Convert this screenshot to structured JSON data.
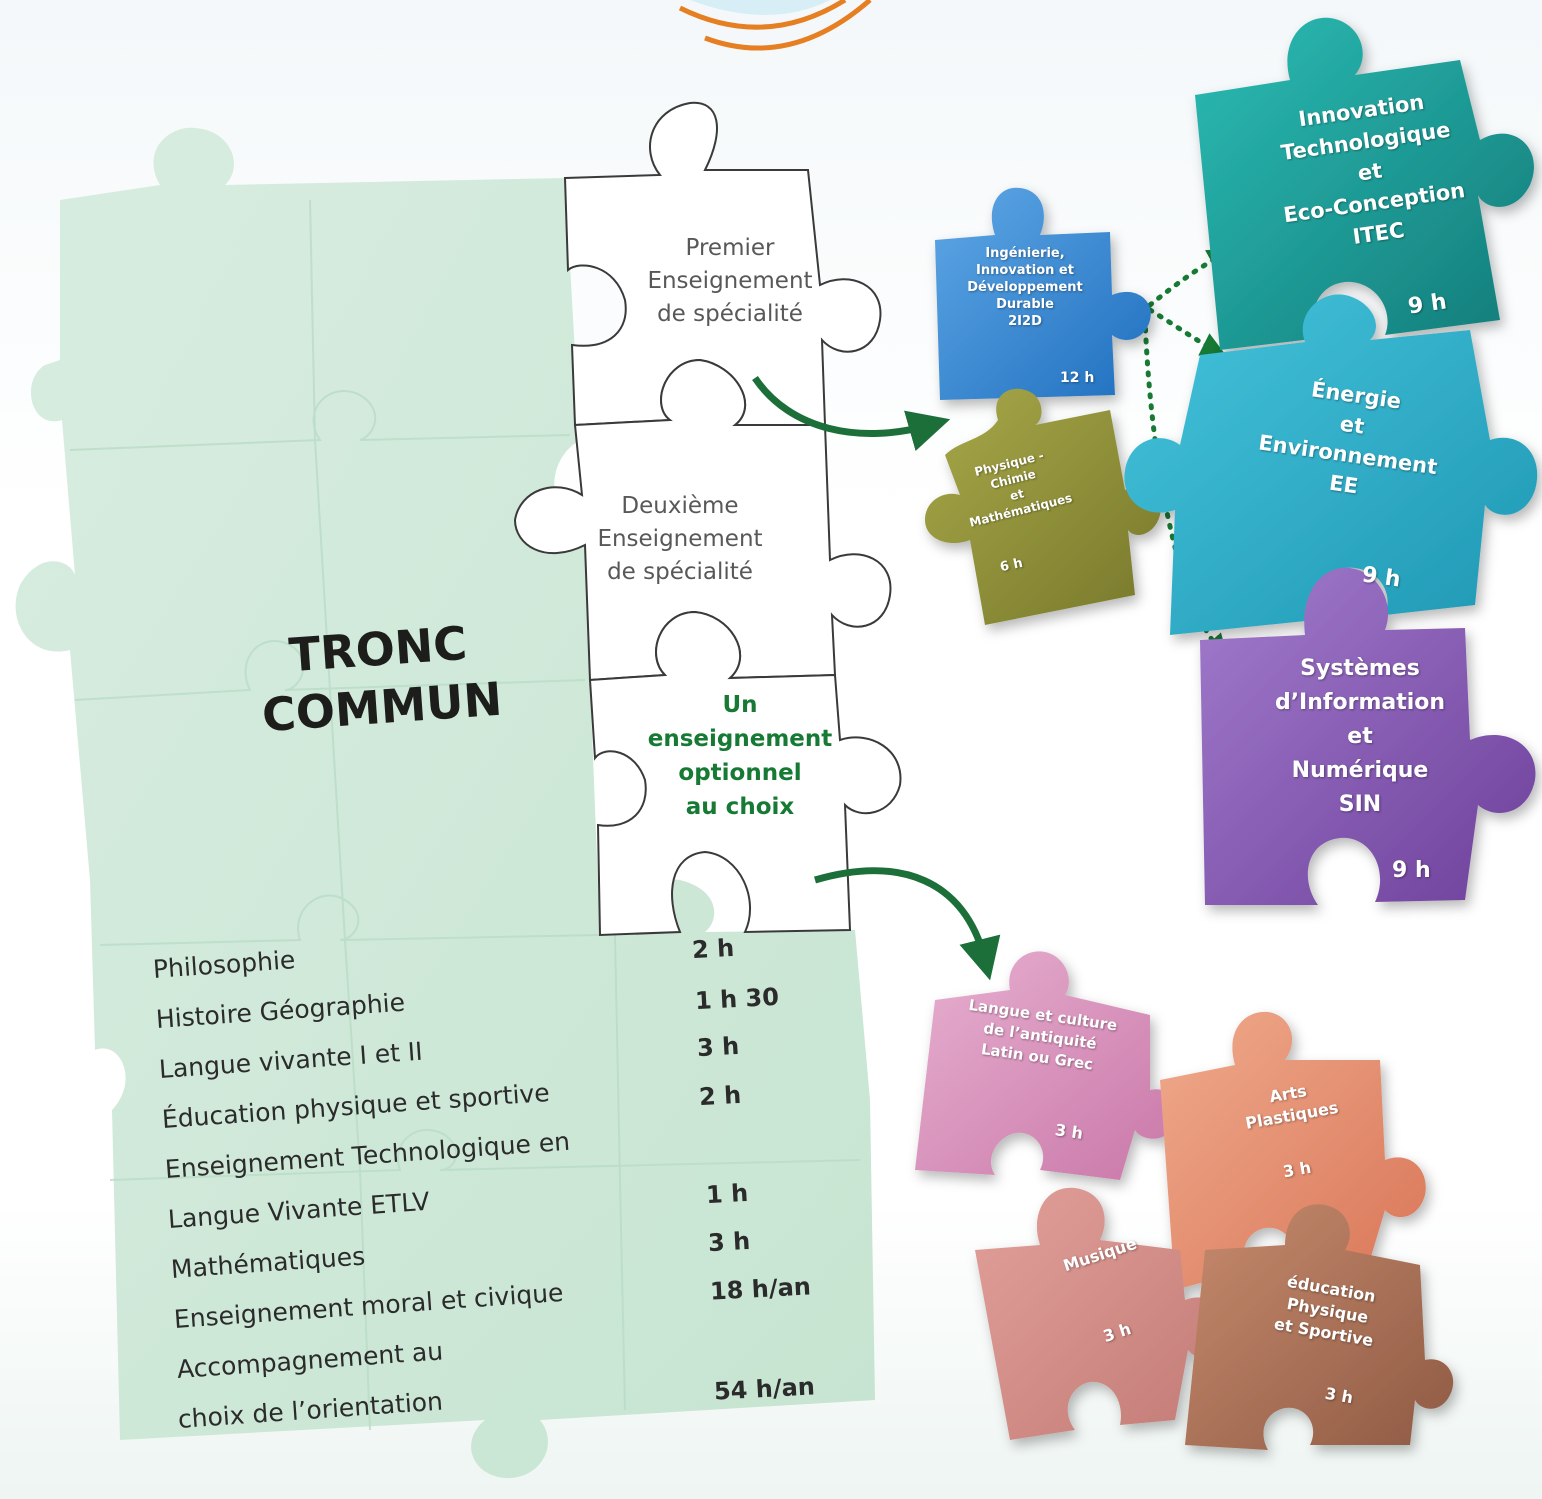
{
  "core": {
    "title_line1": "TRONC",
    "title_line2": "COMMUN",
    "subjects": [
      {
        "name": "Philosophie",
        "hours": "2 h"
      },
      {
        "name": "Histoire Géographie",
        "hours": "1 h 30"
      },
      {
        "name": "Langue vivante I et II",
        "hours": "3 h"
      },
      {
        "name": "Éducation physique et sportive",
        "hours": "2 h"
      },
      {
        "name": "Enseignement Technologique en",
        "hours": ""
      },
      {
        "name": "Langue Vivante ETLV",
        "hours": "1 h"
      },
      {
        "name": "Mathématiques",
        "hours": "3 h"
      },
      {
        "name": "Enseignement moral et civique",
        "hours": "18 h/an"
      },
      {
        "name": "Accompagnement au",
        "hours": ""
      },
      {
        "name": "choix de l’orientation",
        "hours": "54 h/an"
      }
    ]
  },
  "slots": {
    "first": [
      "Premier",
      "Enseignement",
      "de spécialité"
    ],
    "second": [
      "Deuxième",
      "Enseignement",
      "de spécialité"
    ],
    "optional": [
      "Un",
      "enseignement",
      "optionnel",
      "au choix"
    ]
  },
  "specialities": {
    "i2d": {
      "lines": [
        "Ingénierie,",
        "Innovation et",
        "Développement",
        "Durable",
        "2I2D"
      ],
      "hours": "12 h"
    },
    "pcm": {
      "lines": [
        "Physique -",
        "Chimie",
        "et",
        "Mathématiques"
      ],
      "hours": "6 h"
    },
    "itec": {
      "lines": [
        "Innovation",
        "Technologique",
        "et",
        "Eco-Conception",
        "ITEC"
      ],
      "hours": "9 h"
    },
    "ee": {
      "lines": [
        "Énergie",
        "et",
        "Environnement",
        "EE"
      ],
      "hours": "9 h"
    },
    "sin": {
      "lines": [
        "Systèmes",
        "d’Information",
        "et",
        "Numérique",
        "SIN"
      ],
      "hours": "9 h"
    }
  },
  "options": {
    "latin": {
      "lines": [
        "Langue et culture",
        "de l’antiquité",
        "Latin ou Grec"
      ],
      "hours": "3 h"
    },
    "arts": {
      "lines": [
        "Arts",
        "Plastiques"
      ],
      "hours": "3 h"
    },
    "musique": {
      "lines": [
        "Musique"
      ],
      "hours": "3 h"
    },
    "eps": {
      "lines": [
        "éducation",
        "Physique",
        "et Sportive"
      ],
      "hours": "3 h"
    }
  },
  "colors": {
    "core_green": "#cfe8d8",
    "arrow_green": "#167a34",
    "i2d": "#2f86cf",
    "pcm": "#8f8f2e",
    "itec": "#1f9e98",
    "ee": "#2bb0c9",
    "sin": "#8a5cb0",
    "latin": "#d98fb9",
    "arts": "#e89070",
    "musique": "#d68b84",
    "eps": "#a86e55"
  }
}
